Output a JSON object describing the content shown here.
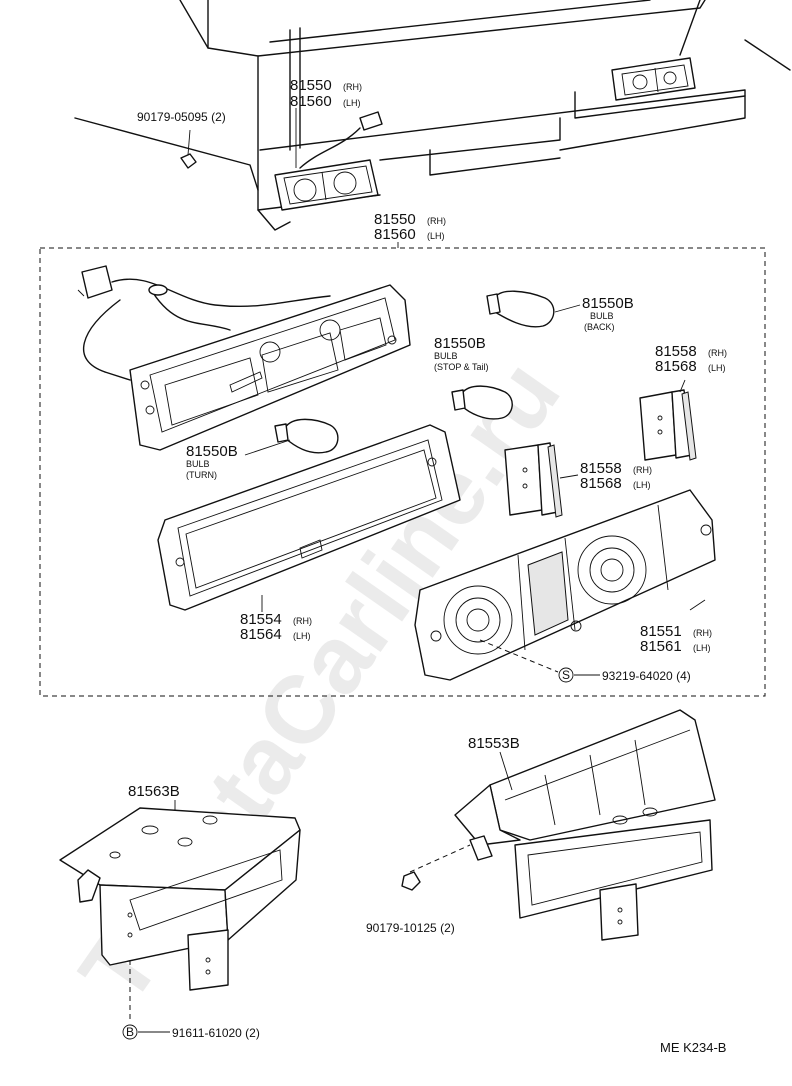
{
  "watermark": "ToyotaCarline.ru",
  "callouts": {
    "top_lamp": {
      "rh": "81550",
      "rh_side": "(RH)",
      "lh": "81560",
      "lh_side": "(LH)"
    },
    "top_bolt": {
      "code": "90179-05095 (2)"
    },
    "assembly": {
      "rh": "81550",
      "rh_side": "(RH)",
      "lh": "81560",
      "lh_side": "(LH)"
    },
    "bulb_back": {
      "code": "81550B",
      "line1": "BULB",
      "line2": "(BACK)"
    },
    "bulb_stop": {
      "code": "81550B",
      "line1": "BULB",
      "line2": "(STOP & Tail)"
    },
    "bulb_turn": {
      "code": "81550B",
      "line1": "BULB",
      "line2": "(TURN)"
    },
    "reflector_upper": {
      "rh": "81558",
      "rh_side": "(RH)",
      "lh": "81568",
      "lh_side": "(LH)"
    },
    "reflector_lower": {
      "rh": "81558",
      "rh_side": "(RH)",
      "lh": "81568",
      "lh_side": "(LH)"
    },
    "gasket": {
      "rh": "81554",
      "rh_side": "(RH)",
      "lh": "81564",
      "lh_side": "(LH)"
    },
    "lens": {
      "rh": "81551",
      "rh_side": "(RH)",
      "lh": "81561",
      "lh_side": "(LH)"
    },
    "screw": {
      "symbol": "S",
      "code": "93219-64020 (4)"
    },
    "bracket_left": {
      "code": "81563B"
    },
    "bracket_right": {
      "code": "81553B"
    },
    "nut": {
      "code": "90179-10125 (2)"
    },
    "bolt_b": {
      "symbol": "B",
      "code": "91611-61020 (2)"
    }
  },
  "diagram_code": "ME  K234-B"
}
